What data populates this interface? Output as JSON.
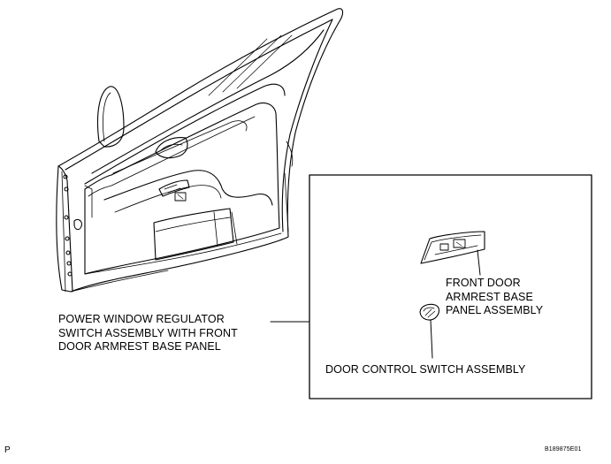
{
  "labels": {
    "main_assembly": [
      "POWER WINDOW REGULATOR",
      "SWITCH ASSEMBLY WITH FRONT",
      "DOOR ARMREST BASE PANEL"
    ],
    "armrest_panel": [
      "FRONT DOOR",
      "ARMREST BASE",
      "PANEL ASSEMBLY"
    ],
    "door_control_switch": "DOOR CONTROL SWITCH ASSEMBLY"
  },
  "corner": {
    "left_mark": "P",
    "figure_code": "B189875E01"
  }
}
